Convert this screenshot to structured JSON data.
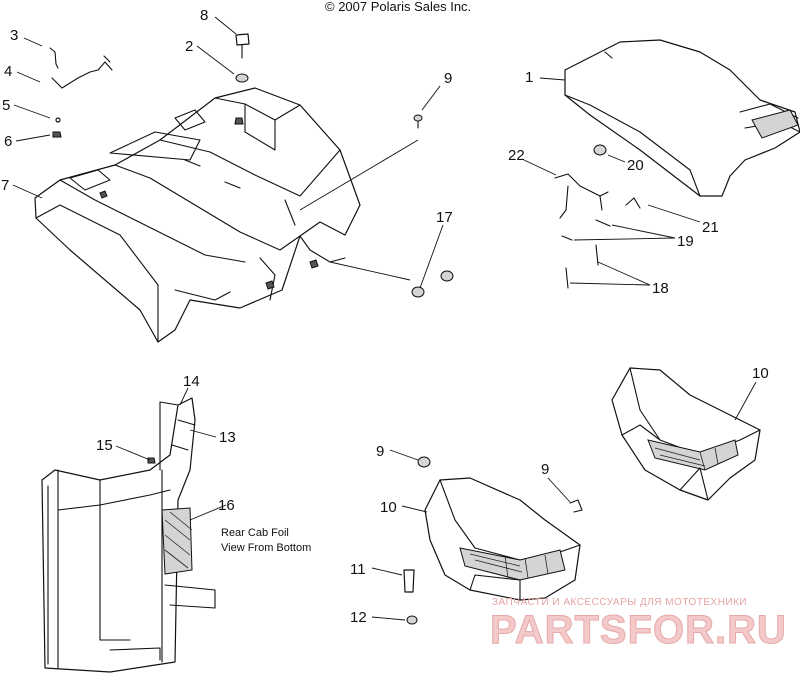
{
  "copyright": "© 2007 Polaris Sales Inc.",
  "callouts": [
    "1",
    "2",
    "3",
    "4",
    "5",
    "6",
    "7",
    "8",
    "9",
    "9",
    "9",
    "10",
    "10",
    "11",
    "12",
    "13",
    "14",
    "15",
    "16",
    "17",
    "18",
    "19",
    "20",
    "21",
    "22"
  ],
  "note_lines": [
    "Rear Cab Foil",
    "View From Bottom"
  ],
  "watermark": {
    "line1": "ЗАПЧАСТИ И АКСЕССУАРЫ ДЛЯ МОТОТЕХНИКИ",
    "line2": "PARTSFOR.RU"
  }
}
